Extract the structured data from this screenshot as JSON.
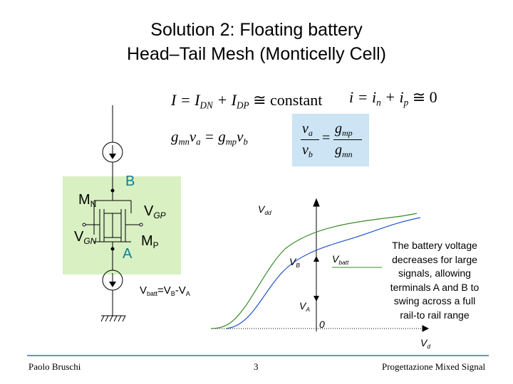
{
  "title": {
    "line1": "Solution 2: Floating battery",
    "line2": "Head–Tail  Mesh (Monticelly Cell)"
  },
  "equations": {
    "current": {
      "lhs": "I = I",
      "sub1": "DN",
      "mid": " + I",
      "sub2": "DP",
      "rhs": " ≅ constant"
    },
    "small_signal": {
      "lhs": "i = i",
      "sub1": "n",
      "mid": " + i",
      "sub2": "p",
      "rhs": " ≅ 0"
    },
    "gm": {
      "g1": "g",
      "sub1": "mn",
      "v1": "v",
      "sub1b": "a",
      "eq": " = g",
      "sub2": "mp",
      "v2": "v",
      "sub2b": "b"
    },
    "ratio": {
      "num": "v",
      "num_sub": "a",
      "den": "v",
      "den_sub": "b",
      "eq": "=",
      "gnum": "g",
      "gnum_sub": "mp",
      "gden": "g",
      "gden_sub": "mn"
    }
  },
  "circuit": {
    "node_b": "B",
    "node_a": "A",
    "mn": "M",
    "mn_sub": "N",
    "mp": "M",
    "mp_sub": "P",
    "vgn": "V",
    "vgn_sub": "GN",
    "vgp": "V",
    "vgp_sub": "GP",
    "vbatt_formula": {
      "v1": "V",
      "s1": "batt",
      "eq": "=V",
      "s2": "B",
      "minus": "-V",
      "s3": "A"
    }
  },
  "plot": {
    "vdd": "V",
    "vdd_sub": "dd",
    "vb": "V",
    "vb_sub": "B",
    "va": "V",
    "va_sub": "A",
    "vbatt": "V",
    "vbatt_sub": "batt",
    "zero": "0",
    "vd": "V",
    "vd_sub": "d"
  },
  "note": {
    "line1": "The battery voltage",
    "line2": "decreases for large",
    "line3": " signals, allowing",
    "line4": "terminals A and B to",
    "line5": "swing across a full",
    "line6": "rail-to rail range"
  },
  "footer": {
    "author": "Paolo Bruschi",
    "page": "3",
    "course": "Progettazione Mixed Signal"
  },
  "colors": {
    "highlight_green": "#d9f0c3",
    "highlight_blue": "#cce4f4",
    "curve_green": "#3a8a2c",
    "curve_blue": "#2255cc",
    "accent_teal": "#0e7f95",
    "rule_blue": "#3c6fb0"
  }
}
